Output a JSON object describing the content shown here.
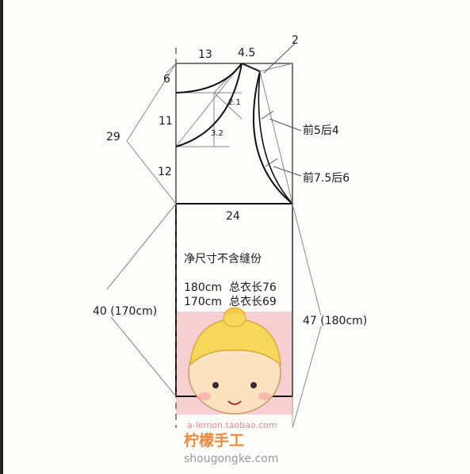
{
  "diagram": {
    "dimensions": {
      "top_width": "13",
      "neck_width": "4.5",
      "shoulder_drop": "2",
      "neck_depth_top": "6",
      "armhole_depth": "11",
      "waist_depth": "12",
      "total_depth": "29",
      "bust_width": "24",
      "curve_a": "2.1",
      "curve_b": "3.2"
    },
    "callouts": {
      "armhole_front_back": "前5后4",
      "side_front_back": "前7.5后6"
    },
    "note": "净尺寸不含缝份",
    "lengths": [
      "180cm  总衣长76",
      "170cm  总衣长69"
    ],
    "side_labels": {
      "left": "40 (170cm)",
      "right": "47 (180cm)"
    },
    "watermark": {
      "url": "a-lemon.taobao.com",
      "shop": "柠檬手工",
      "site": "shougongke.com"
    },
    "colors": {
      "line": "#2b2b2b",
      "pink_block": "#f3c7c9",
      "face": "#fbe3c2",
      "hair": "#f7d75a"
    }
  }
}
